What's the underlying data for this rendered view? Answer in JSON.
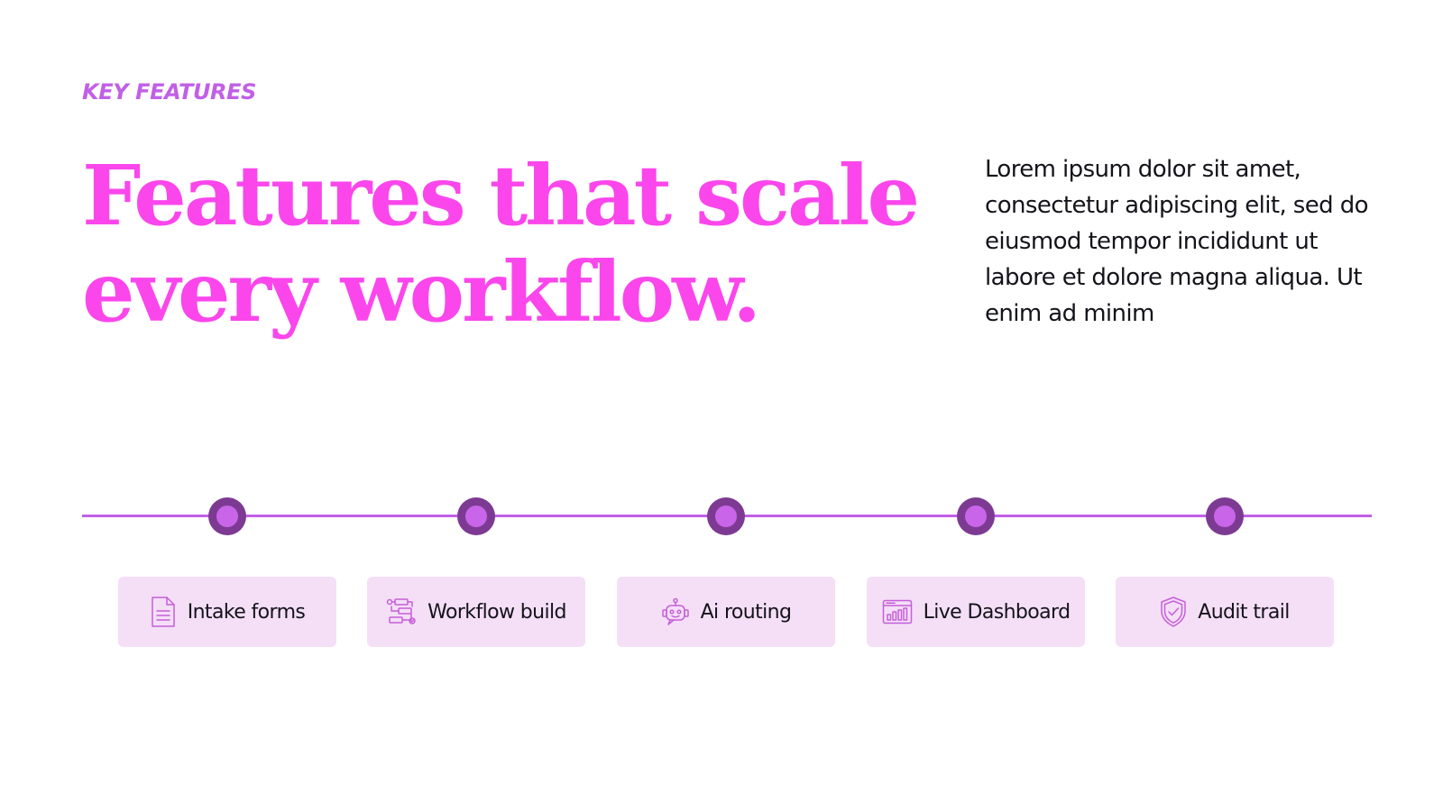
{
  "eyebrow": "KEY FEATURES",
  "headline": {
    "line1": "Features that scale",
    "line2": "every workflow."
  },
  "intro": "Lorem ipsum dolor sit amet, consectetur adipiscing elit, sed do eiusmod tempor incididunt ut labore et dolore magna aliqua. Ut enim ad minim",
  "features": [
    {
      "label": "Intake forms",
      "icon": "document-icon"
    },
    {
      "label": "Workflow build",
      "icon": "workflow-icon"
    },
    {
      "label": "Ai routing",
      "icon": "robot-icon"
    },
    {
      "label": "Live Dashboard",
      "icon": "dashboard-icon"
    },
    {
      "label": "Audit trail",
      "icon": "shield-check-icon"
    }
  ],
  "colors": {
    "eyebrow": "#c160e6",
    "headline": "#fb46ec",
    "body_text": "#15131a",
    "timeline_line": "#c160e6",
    "node_ring": "#7d3a93",
    "node_core": "#c965e9",
    "card_background": "#f4dff7",
    "icon_stroke": "#c65fd9"
  }
}
